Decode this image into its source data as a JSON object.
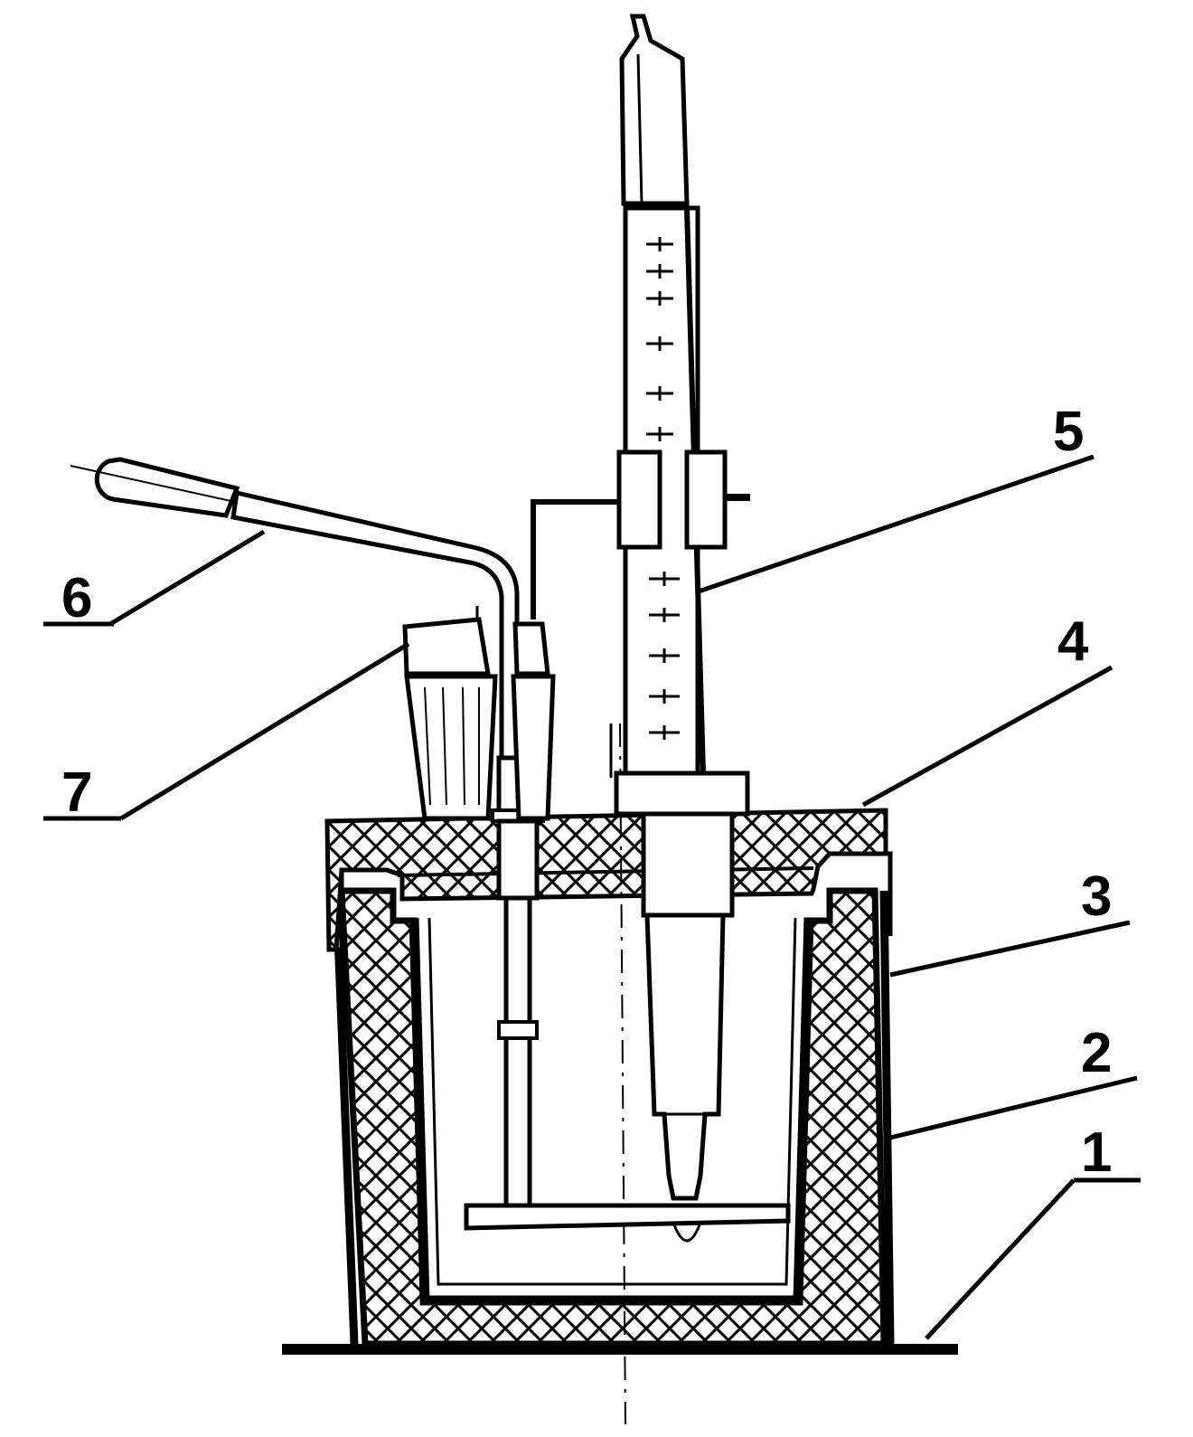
{
  "diagram": {
    "labels": [
      {
        "id": "1",
        "text": "1"
      },
      {
        "id": "2",
        "text": "2"
      },
      {
        "id": "3",
        "text": "3"
      },
      {
        "id": "4",
        "text": "4"
      },
      {
        "id": "5",
        "text": "5"
      },
      {
        "id": "6",
        "text": "6"
      },
      {
        "id": "7",
        "text": "7"
      }
    ],
    "colors": {
      "ink": "#000000",
      "paper": "#ffffff"
    }
  }
}
